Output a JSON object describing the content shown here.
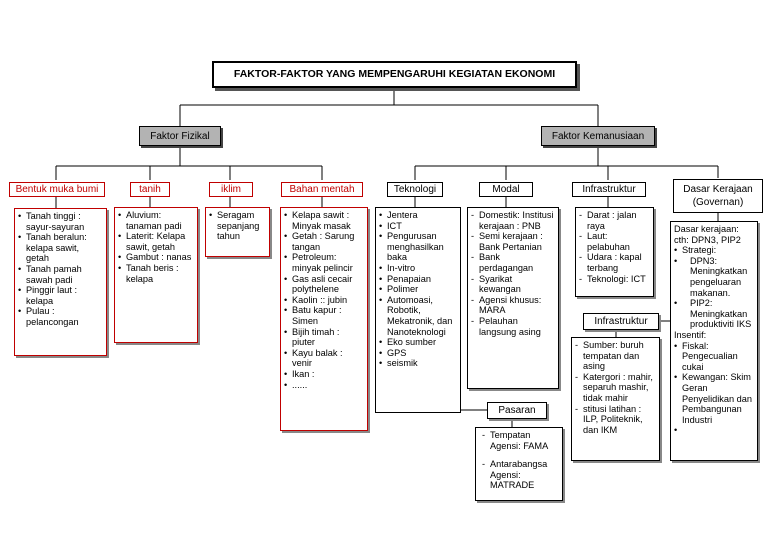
{
  "title": "FAKTOR-FAKTOR YANG MEMPENGARUHI KEGIATAN EKONOMI",
  "major": [
    "Faktor Fizikal",
    "Faktor Kemanusiaan"
  ],
  "fizikal": {
    "bentuk": {
      "head": "Bentuk muka bumi",
      "items": [
        "Tanah tinggi : sayur-sayuran",
        "Tanah beralun: kelapa sawit, getah",
        "Tanah pamah sawah padi",
        "Pinggir laut : kelapa",
        "Pulau : pelancongan"
      ]
    },
    "tanih": {
      "head": "tanih",
      "items": [
        "Aluvium: tanaman padi",
        "Laterit: Kelapa sawit, getah",
        "Gambut : nanas",
        "Tanah beris : kelapa"
      ]
    },
    "iklim": {
      "head": "iklim",
      "items": [
        "Seragam sepanjang tahun"
      ]
    },
    "bahan": {
      "head": "Bahan mentah",
      "items": [
        "Kelapa sawit : Minyak masak",
        "Getah : Sarung tangan",
        "Petroleum: minyak pelincir",
        "Gas asli cecair polythelene",
        "Kaolin :: jubin",
        "Batu kapur : Simen",
        "Bijih timah : piuter",
        "Kayu balak : venir",
        "Ikan :",
        "......"
      ]
    }
  },
  "kemanusiaan": {
    "teknologi": {
      "head": "Teknologi",
      "items": [
        "Jentera",
        "ICT",
        "Pengurusan menghasilkan baka",
        "In-vitro",
        "Penapaian",
        "Polimer",
        "Automoasi, Robotik, Mekatronik, dan Nanoteknologi",
        "Eko sumber",
        "GPS",
        "seismik"
      ]
    },
    "modal": {
      "head": "Modal",
      "items": [
        "Domestik: Institusi kerajaan : PNB",
        "Semi kerajaan : Bank Pertanian",
        "Bank perdagangan",
        "Syarikat kewangan",
        "Agensi khusus: MARA",
        "Pelauhan langsung asing"
      ]
    },
    "infra1": {
      "head": "Infrastruktur",
      "items": [
        "Darat : jalan raya",
        "Laut: pelabuhan",
        "Udara : kapal terbang",
        "Teknologi: ICT"
      ]
    },
    "infra2": {
      "head": "Infrastruktur",
      "items": [
        "Sumber: buruh tempatan dan asing",
        "Katergori : mahir, separuh mashir, tidak mahir",
        "stitusi latihan : ILP, Politeknik, dan IKM"
      ]
    },
    "pasaran": {
      "head": "Pasaran",
      "items": [
        "Tempatan Agensi: FAMA",
        "Antarabangsa Agensi: MATRADE"
      ]
    },
    "dasar": {
      "head": "Dasar Kerajaan",
      "head2": "(Governan)",
      "items": [
        "Dasar kerajaan: cth: DPN3, PIP2",
        "Strategi:",
        "DPN3: Meningkatkan pengeluaran makanan.",
        "PIP2: Meningkatkan produktiviti IKS",
        "Insentif:",
        "Fiskal: Pengecualian cukai",
        "Kewangan: Skim Geran Penyelidikan dan Pembangunan Industri",
        ""
      ]
    }
  }
}
